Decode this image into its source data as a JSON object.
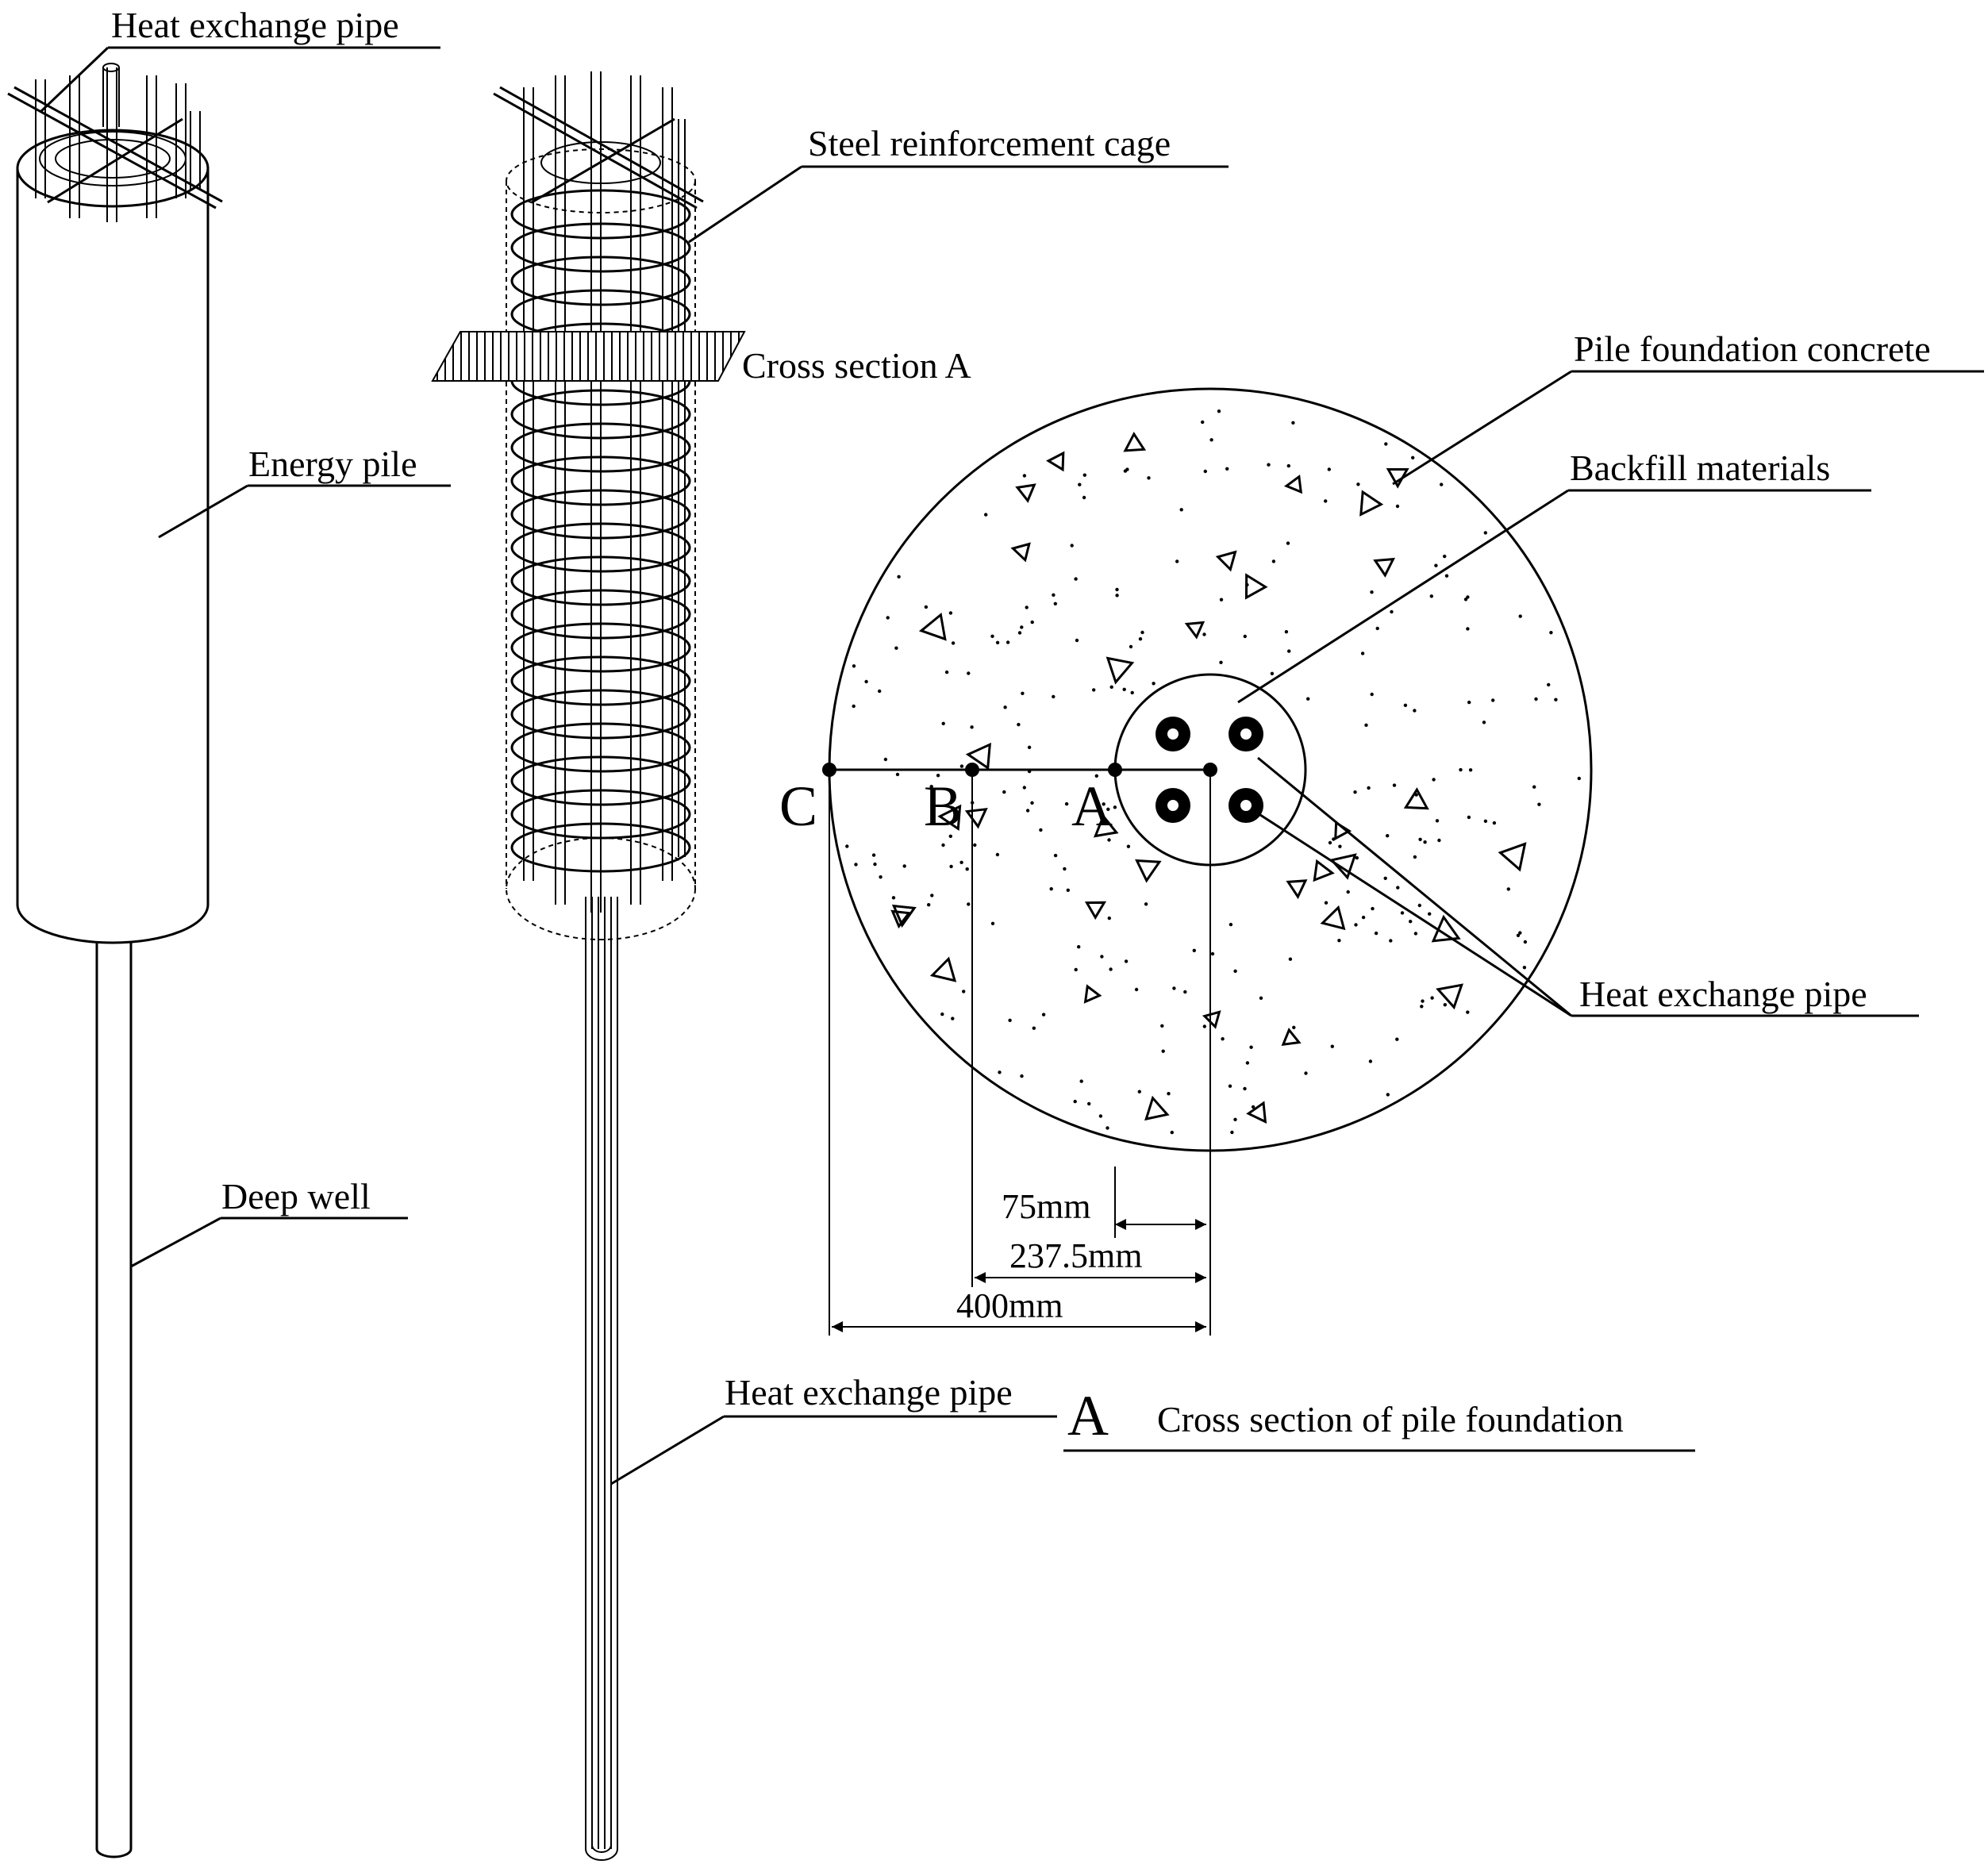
{
  "labels": {
    "heat_exchange_pipe_top": "Heat exchange pipe",
    "energy_pile": "Energy pile",
    "deep_well": "Deep well",
    "steel_cage": "Steel reinforcement cage",
    "cross_section_a": "Cross section A",
    "heat_exchange_pipe_bottom": "Heat exchange pipe",
    "pile_concrete": "Pile foundation concrete",
    "backfill": "Backfill materials",
    "heat_exchange_pipe_right": "Heat exchange pipe"
  },
  "points": {
    "a": "A",
    "b": "B",
    "c": "C"
  },
  "dimensions": {
    "d1": "75mm",
    "d2": "237.5mm",
    "d3": "400mm"
  },
  "caption": {
    "letter": "A",
    "text": "Cross section of pile foundation"
  }
}
